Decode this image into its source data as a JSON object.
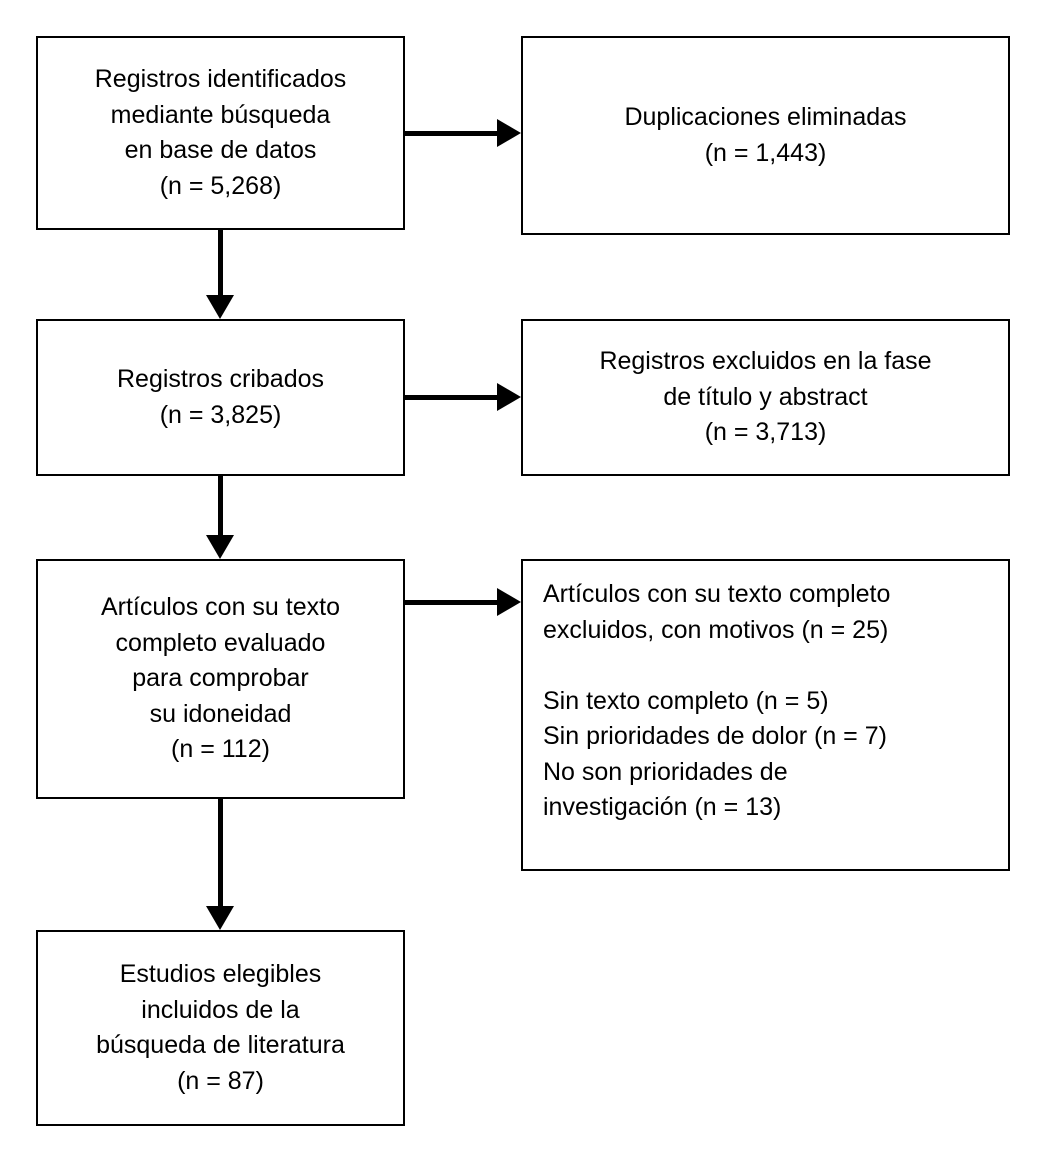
{
  "flowchart": {
    "type": "prisma-flow-diagram",
    "language": "es",
    "boxes": {
      "identified": {
        "text": "Registros identificados\nmediante búsqueda\nen base de datos\n(n = 5,268)",
        "n": "5,268"
      },
      "duplicates_removed": {
        "text": "Duplicaciones eliminadas\n(n = 1,443)",
        "n": "1,443"
      },
      "screened": {
        "text": "Registros cribados\n(n = 3,825)",
        "n": "3,825"
      },
      "excluded_title_abstract": {
        "text": "Registros excluidos en la fase\nde título y abstract\n(n = 3,713)",
        "n": "3,713"
      },
      "fulltext_assessed": {
        "text": "Artículos con su texto\ncompleto evaluado\npara comprobar\nsu idoneidad\n(n = 112)",
        "n": "112"
      },
      "fulltext_excluded": {
        "text": "Artículos con su texto completo\nexcluidos, con motivos (n = 25)\n\nSin texto completo (n = 5)\nSin prioridades de dolor (n = 7)\nNo son prioridades de\ninvestigación (n = 13)",
        "n": "25"
      },
      "included": {
        "text": "Estudios elegibles\nincluidos de la\nbúsqueda de literatura\n(n = 87)",
        "n": "87"
      }
    },
    "colors": {
      "border": "#000000",
      "background": "#ffffff",
      "text": "#000000",
      "arrow": "#000000"
    }
  }
}
